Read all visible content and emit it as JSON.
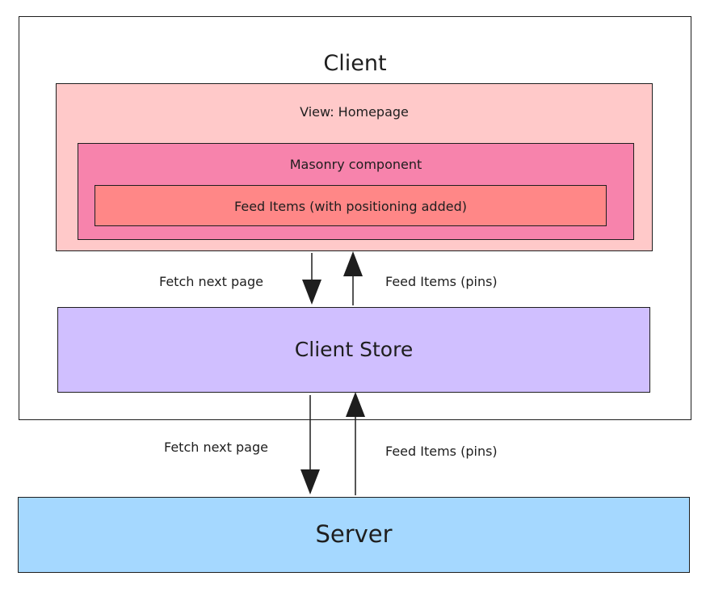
{
  "diagram": {
    "client": {
      "title": "Client",
      "fill": "#ffffff"
    },
    "homepage": {
      "title": "View: Homepage",
      "fill": "#ffc9c9"
    },
    "masonry": {
      "title": "Masonry component",
      "fill": "#f783ac"
    },
    "feed_items": {
      "title": "Feed Items (with positioning added)",
      "fill": "#ff8787"
    },
    "client_store": {
      "title": "Client Store",
      "fill": "#d0bfff"
    },
    "server": {
      "title": "Server",
      "fill": "#a5d8ff"
    },
    "edges": [
      {
        "label": "Fetch next page",
        "from": "homepage",
        "to": "client_store"
      },
      {
        "label": "Feed Items (pins)",
        "from": "client_store",
        "to": "homepage"
      },
      {
        "label": "Fetch next page",
        "from": "client_store",
        "to": "server"
      },
      {
        "label": "Feed Items (pins)",
        "from": "server",
        "to": "client_store"
      }
    ],
    "stroke_color": "#1e1e1e"
  }
}
